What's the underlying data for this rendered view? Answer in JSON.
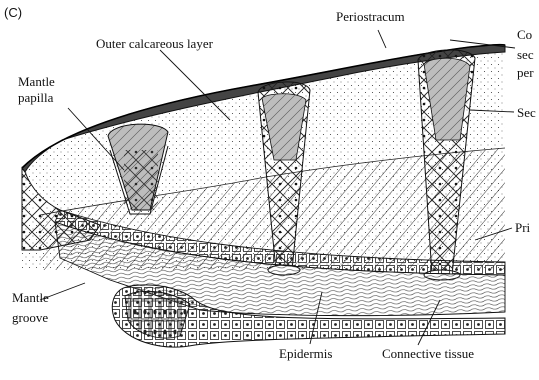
{
  "figure": {
    "panel_letter": "(C)",
    "labels": {
      "periostracum": "Periostracum",
      "outer_calcareous_layer": "Outer calcareous layer",
      "mantle_papilla_1": "Mantle",
      "mantle_papilla_2": "papilla",
      "cut_1_line1": "Co",
      "cut_1_line2": "sec",
      "cut_1_line3": "per",
      "cut_2": "Sec",
      "cut_3": "Pri",
      "mantle_groove_1": "Mantle",
      "mantle_groove_2": "groove",
      "epidermis": "Epidermis",
      "connective_tissue": "Connective tissue"
    }
  }
}
